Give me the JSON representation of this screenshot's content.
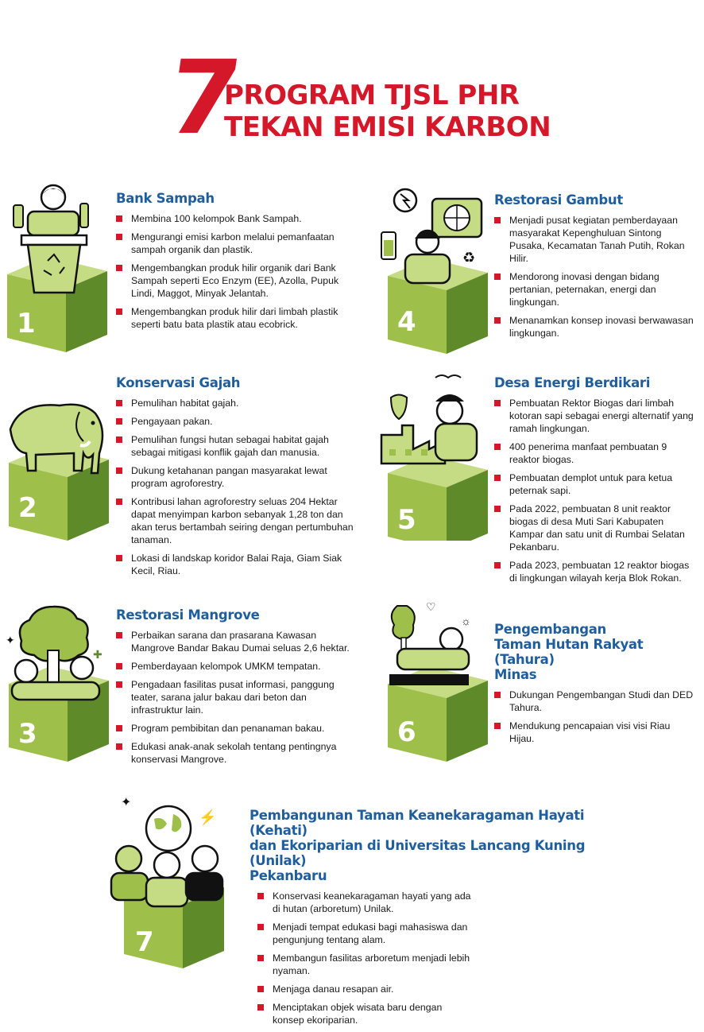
{
  "title": {
    "number": "7",
    "line1": "PROGRAM TJSL PHR",
    "line2": "TEKAN EMISI KARBON"
  },
  "colors": {
    "accent_red": "#d4182a",
    "heading_blue": "#1f5e9e",
    "cube_green_light": "#c5dc84",
    "cube_green_mid": "#9ec04a",
    "cube_green_dark": "#5f8a2a"
  },
  "programs": [
    {
      "number": "1",
      "title": "Bank Sampah",
      "icon": "person-recycling-bin-icon",
      "bullets": [
        "Membina 100 kelompok Bank Sampah.",
        "Mengurangi emisi karbon melalui pemanfaatan sampah organik dan plastik.",
        "Mengembangkan produk hilir organik dari Bank Sampah seperti Eco Enzym (EE), Azolla, Pupuk Lindi, Maggot, Minyak Jelantah.",
        "Mengembangkan produk hilir dari limbah plastik seperti batu bata plastik atau ecobrick."
      ]
    },
    {
      "number": "2",
      "title": "Konservasi Gajah",
      "icon": "elephant-icon",
      "bullets": [
        "Pemulihan habitat gajah.",
        "Pengayaan pakan.",
        "Pemulihan fungsi hutan sebagai habitat gajah sebagai mitigasi konflik gajah dan manusia.",
        "Dukung ketahanan pangan masyarakat lewat program agroforestry.",
        "Kontribusi lahan agroforestry seluas 204 Hektar dapat menyimpan karbon sebanyak 1,28 ton dan akan terus bertambah seiring dengan pertumbuhan tanaman.",
        "Lokasi di landskap koridor Balai Raja, Giam Siak Kecil, Riau."
      ]
    },
    {
      "number": "3",
      "title": "Restorasi Mangrove",
      "icon": "people-tree-icon",
      "bullets": [
        "Perbaikan sarana dan prasarana Kawasan Mangrove Bandar Bakau Dumai seluas 2,6 hektar.",
        "Pemberdayaan kelompok UMKM tempatan.",
        "Pengadaan fasilitas pusat informasi, panggung teater, sarana jalur bakau dari beton dan infrastruktur lain.",
        "Program pembibitan dan penanaman bakau.",
        "Edukasi anak-anak sekolah tentang pentingnya konservasi Mangrove."
      ]
    },
    {
      "number": "4",
      "title": "Restorasi Gambut",
      "icon": "person-globe-energy-icon",
      "bullets": [
        "Menjadi pusat kegiatan pemberdayaan masyarakat Kepenghuluan Sintong Pusaka, Kecamatan Tanah Putih, Rokan Hilir.",
        "Mendorong inovasi dengan bidang pertanian, peternakan, energi dan lingkungan.",
        "Menanamkan konsep inovasi berwawasan lingkungan."
      ]
    },
    {
      "number": "5",
      "title": "Desa Energi Berdikari",
      "icon": "person-factory-icon",
      "bullets": [
        "Pembuatan Rektor Biogas dari limbah kotoran sapi sebagai energi alternatif yang ramah lingkungan.",
        "400 penerima manfaat pembuatan 9 reaktor biogas.",
        "Pembuatan demplot untuk para ketua peternak sapi.",
        "Pada 2022, pembuatan 8 unit reaktor biogas di desa Muti Sari Kabupaten Kampar dan satu unit di Rumbai Selatan Pekanbaru.",
        "Pada 2023, pembuatan 12 reaktor biogas di lingkungan wilayah kerja Blok Rokan."
      ]
    },
    {
      "number": "6",
      "title_line1": "Pengembangan",
      "title_line2": "Taman Hutan Rakyat (Tahura)",
      "title_line3": "Minas",
      "icon": "person-seedling-icon",
      "bullets": [
        "Dukungan Pengembangan Studi dan DED Tahura.",
        "Mendukung pencapaian visi visi Riau Hijau."
      ]
    },
    {
      "number": "7",
      "title_line1": "Pembangunan Taman Keanekaragaman Hayati (Kehati)",
      "title_line2": "dan Ekoriparian di Universitas Lancang Kuning (Unilak)",
      "title_line3": "Pekanbaru",
      "icon": "students-earth-icon",
      "bullets": [
        "Konservasi keanekaragaman hayati yang ada di hutan (arboretum) Unilak.",
        "Menjadi tempat edukasi bagi mahasiswa dan pengunjung tentang alam.",
        "Membangun fasilitas arboretum menjadi lebih nyaman.",
        "Menjaga danau resapan air.",
        "Menciptakan objek wisata baru dengan konsep ekoriparian."
      ]
    }
  ]
}
